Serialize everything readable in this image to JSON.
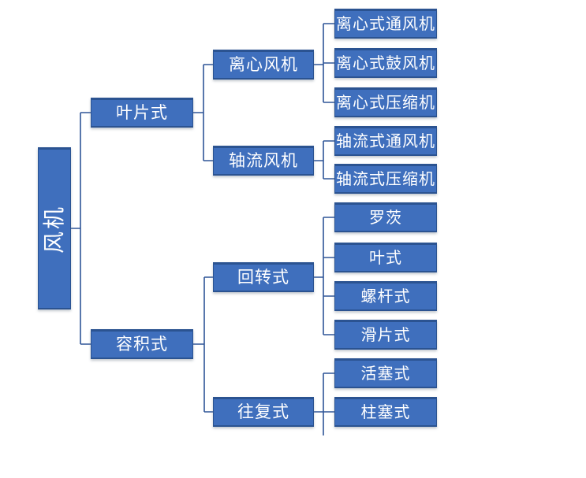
{
  "diagram": {
    "type": "hierarchy-tree",
    "language": "zh-CN",
    "colors": {
      "background": "#FFFFFF",
      "box_fill": "#3F6FBD",
      "box_border": "#2B5391",
      "connector": "#2F5597",
      "text": "#FFFFFF"
    },
    "tree": {
      "label": "风机",
      "children": [
        {
          "label": "叶片式",
          "children": [
            {
              "label": "离心风机",
              "children": [
                {
                  "label": "离心式通风机"
                },
                {
                  "label": "离心式鼓风机"
                },
                {
                  "label": "离心式压缩机"
                }
              ]
            },
            {
              "label": "轴流风机",
              "children": [
                {
                  "label": "轴流式通风机"
                },
                {
                  "label": "轴流式压缩机"
                }
              ]
            }
          ]
        },
        {
          "label": "容积式",
          "children": [
            {
              "label": "回转式",
              "children": [
                {
                  "label": "罗茨"
                },
                {
                  "label": "叶式"
                },
                {
                  "label": "螺杆式"
                },
                {
                  "label": "滑片式"
                }
              ]
            },
            {
              "label": "往复式",
              "children": [
                {
                  "label": "活塞式"
                },
                {
                  "label": "柱塞式"
                }
              ]
            }
          ]
        }
      ]
    }
  }
}
